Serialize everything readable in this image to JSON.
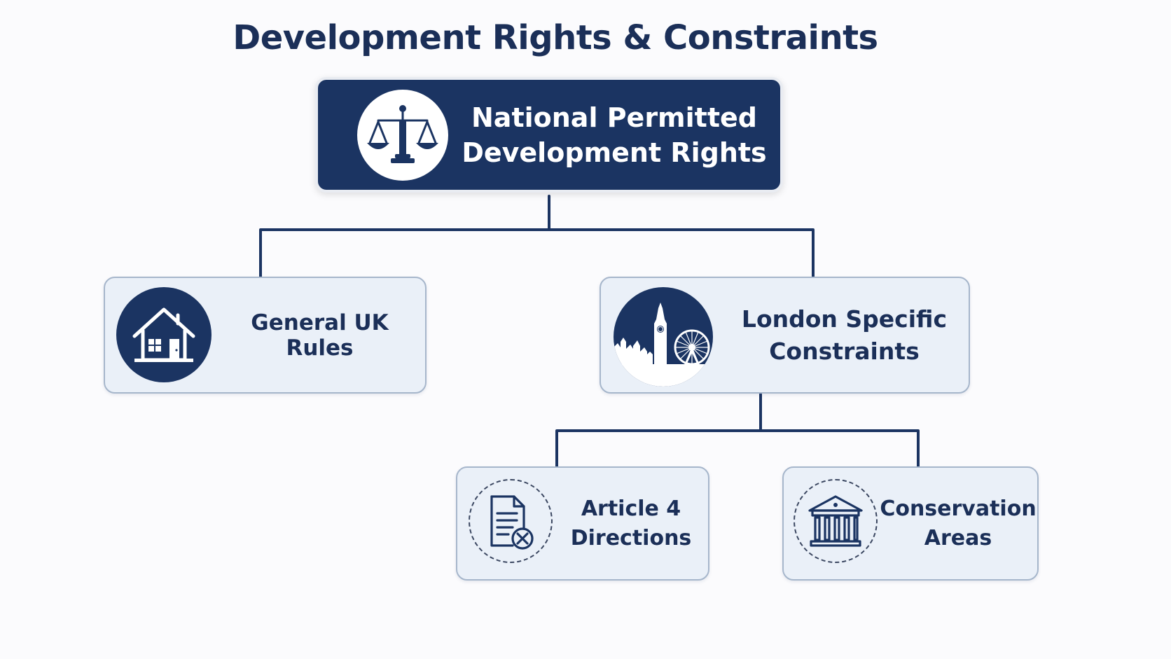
{
  "title": "Development Rights & Constraints",
  "root": {
    "line1": "National Permitted",
    "line2": "Development Rights",
    "icon": "scales-icon"
  },
  "nodes": {
    "general": {
      "label": "General UK Rules",
      "icon": "house-icon"
    },
    "london": {
      "line1": "London Specific",
      "line2": "Constraints",
      "icon": "london-skyline-icon"
    },
    "article4": {
      "line1": "Article 4",
      "line2": "Directions",
      "icon": "document-cancel-icon"
    },
    "conservation": {
      "line1": "Conservation",
      "line2": "Areas",
      "icon": "classical-building-icon"
    }
  },
  "colors": {
    "navy": "#1b3462",
    "node_fill": "#eaf0f8",
    "node_border": "#a6b6cb",
    "background": "#fbfbfd"
  }
}
